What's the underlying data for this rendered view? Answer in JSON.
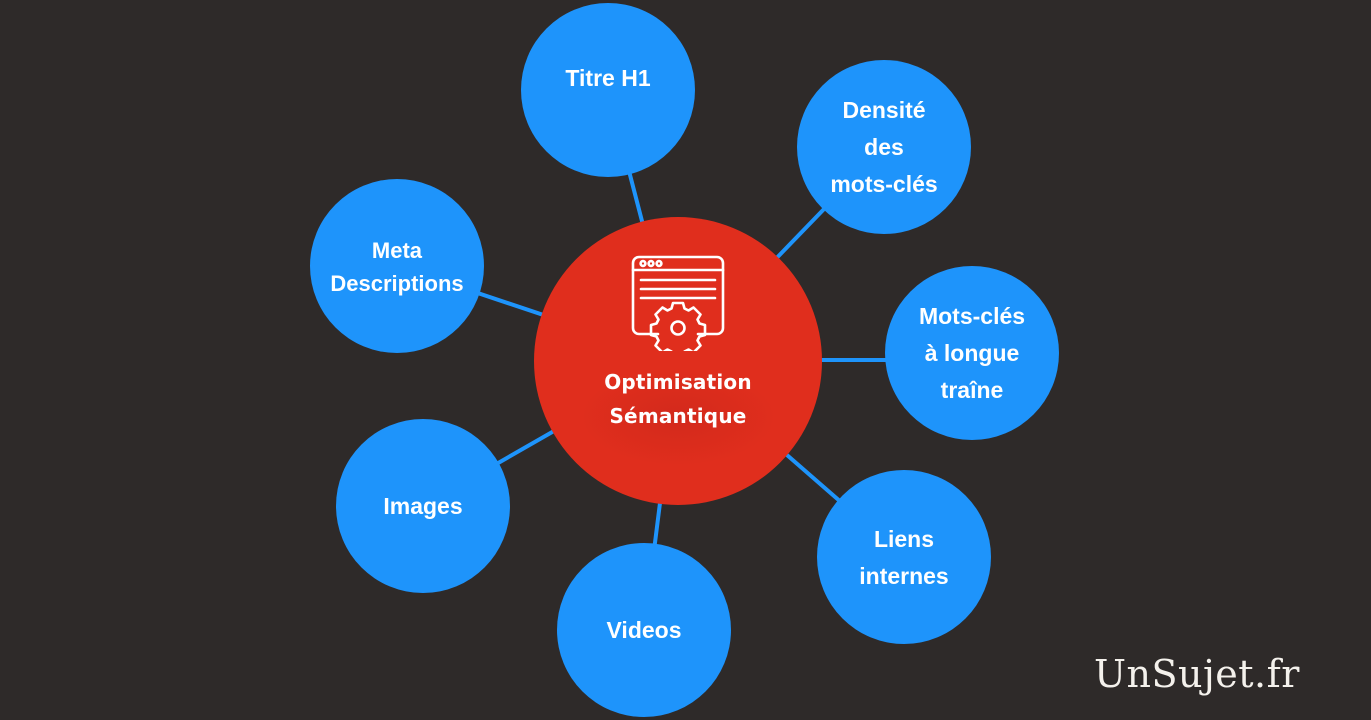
{
  "colors": {
    "background": "#2e2a29",
    "node_blue": "#1e94fb",
    "center_red": "#e02e1d",
    "connector": "#1e94fb",
    "text": "#ffffff"
  },
  "center": {
    "label": "Optimisation\nSémantique",
    "icon": "browser-settings-icon"
  },
  "nodes": [
    {
      "id": "titre-h1",
      "label": "Titre H1"
    },
    {
      "id": "densite",
      "label": "Densité\ndes\nmots-clés"
    },
    {
      "id": "longue-traine",
      "label": "Mots-clés\nà longue\ntraîne"
    },
    {
      "id": "liens-internes",
      "label": "Liens\ninternes"
    },
    {
      "id": "videos",
      "label": "Videos"
    },
    {
      "id": "images",
      "label": "Images"
    },
    {
      "id": "meta-descriptions",
      "label": "Meta\nDescriptions"
    }
  ],
  "watermark": "UnSujet.fr"
}
